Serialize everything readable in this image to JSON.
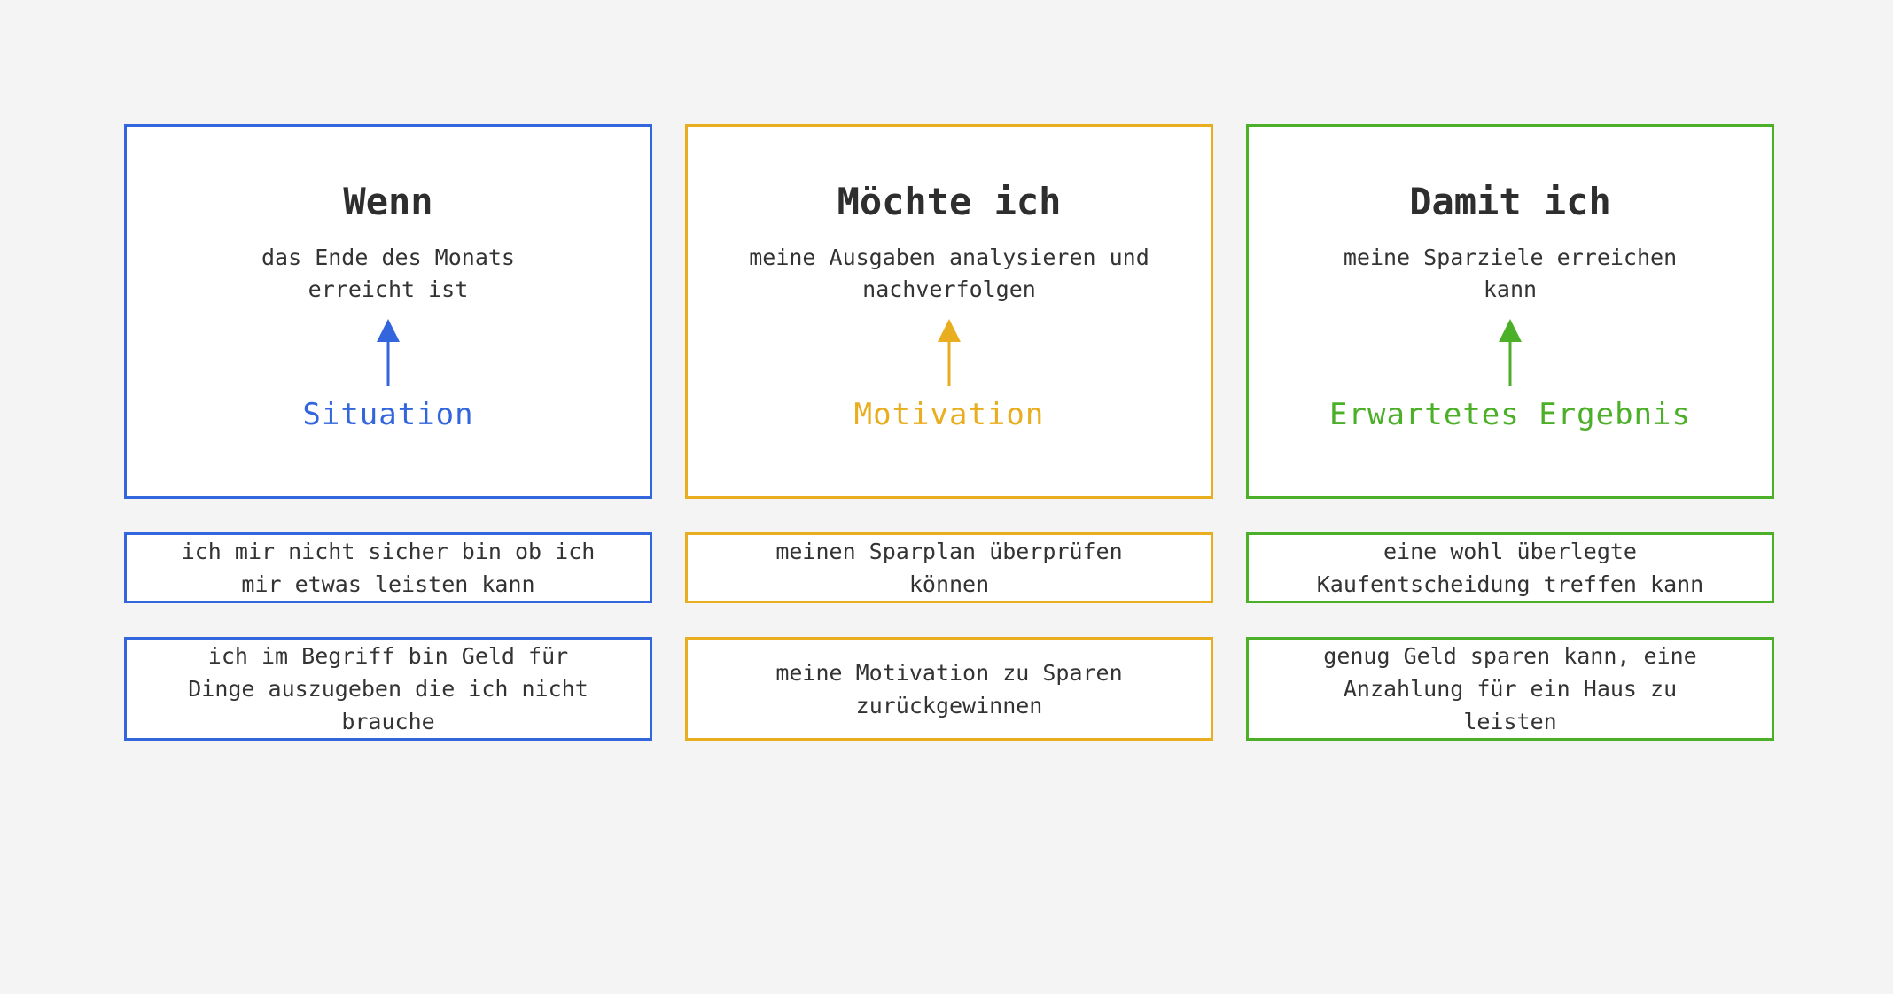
{
  "theme": {
    "background": "#f4f4f4",
    "card_background": "#ffffff",
    "text": "#333333",
    "title_text": "#2e2e2e",
    "colors": {
      "situation": "#3366dd",
      "motivation": "#e8ae20",
      "outcome": "#4caf28"
    }
  },
  "columns": [
    {
      "key": "situation",
      "color": "#3366dd",
      "arrow_icon": "arrow-up-icon",
      "header": {
        "title": "Wenn",
        "subtitle": "das Ende des Monats\nerreicht ist",
        "label": "Situation"
      },
      "items": [
        "ich mir nicht sicher bin ob ich\nmir etwas leisten kann",
        "ich im Begriff bin Geld für\nDinge auszugeben die ich nicht\nbrauche"
      ]
    },
    {
      "key": "motivation",
      "color": "#e8ae20",
      "arrow_icon": "arrow-up-icon",
      "header": {
        "title": "Möchte ich",
        "subtitle": "meine Ausgaben analysieren und\nnachverfolgen",
        "label": "Motivation"
      },
      "items": [
        "meinen Sparplan überprüfen\nkönnen",
        "meine Motivation zu Sparen\nzurückgewinnen"
      ]
    },
    {
      "key": "outcome",
      "color": "#4caf28",
      "arrow_icon": "arrow-up-icon",
      "header": {
        "title": "Damit ich",
        "subtitle": "meine Sparziele erreichen\nkann",
        "label": "Erwartetes Ergebnis"
      },
      "items": [
        "eine wohl überlegte\nKaufentscheidung treffen kann",
        "genug Geld sparen kann, eine\nAnzahlung für ein Haus zu\nleisten"
      ]
    }
  ]
}
